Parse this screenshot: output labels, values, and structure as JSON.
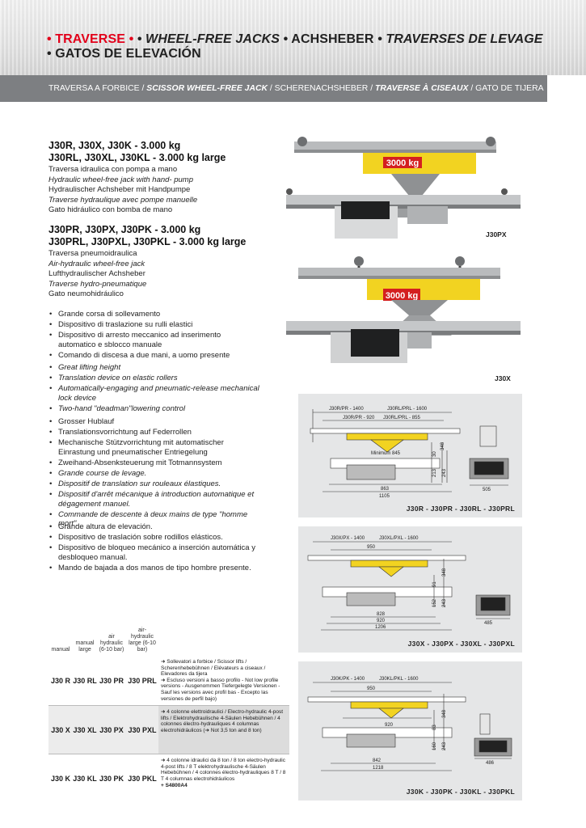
{
  "header": {
    "title_l1_a": "• TRAVERSE ",
    "title_l1_b": "• WHEEL-FREE JACKS ",
    "title_l1_c": "• ACHSHEBER ",
    "title_l1_d": "• TRAVERSES DE LEVAGE",
    "title_l2": "• GATOS DE ELEVACIÓN",
    "sub_a": "TRAVERSA A FORBICE / ",
    "sub_b": "SCISSOR WHEEL-FREE JACK",
    "sub_c": " / SCHERENACHSHEBER / ",
    "sub_d": "TRAVERSE À CISEAUX",
    "sub_e": " / GATO DE TIJERA"
  },
  "group1": {
    "h1": "J30R, J30X, J30K - 3.000 kg",
    "h2": "J30RL, J30XL, J30KL - 3.000 kg large",
    "lines": [
      "Traversa idraulica con pompa a mano",
      "Hydraulic wheel-free jack with hand- pump",
      "Hydraulischer Achsheber mit Handpumpe",
      "Traverse hydraulique avec pompe manuelle",
      "Gato hidráulico con bomba de mano"
    ]
  },
  "group2": {
    "h1": "J30PR, J30PX, J30PK - 3.000 kg",
    "h2": "J30PRL, J30PXL, J30PKL - 3.000 kg large",
    "lines": [
      "Traversa pneumoidraulica",
      "Air-hydraulic wheel-free jack",
      "Lufthydraulischer Achsheber",
      "Traverse hydro-pneumatique",
      "Gato neumohidráulico"
    ]
  },
  "features": {
    "it": [
      "Grande corsa di sollevamento",
      "Dispositivo di traslazione su rulli elastici",
      "Dispositivo di arresto meccanico ad inserimento automatico e sblocco manuale",
      "Comando di discesa a due mani, a uomo presente"
    ],
    "en": [
      "Great lifting height",
      "Translation device on elastic rollers",
      "Automatically-engaging and pneumatic-release mechanical lock device",
      "Two-hand \"deadman\"lowering control"
    ],
    "de": [
      "Grosser Hublauf",
      "Translationsvorrichtung auf Federrollen",
      "Mechanische Stützvorrichtung mit automatischer Einrastung und pneumatischer Entriegelung",
      "Zweihand-Absenksteuerung mit Totmannsystem"
    ],
    "fr": [
      "Grande course de levage.",
      "Dispositif de translation sur rouleaux élastiques.",
      "Dispositif d'arrêt mécanique à introduction automatique et dégagement manuel.",
      "Commande de descente à deux mains de type \"homme mort\"."
    ],
    "es": [
      "Grande altura de elevación.",
      "Dispositivo de traslación sobre rodillos elásticos.",
      "Dispositivo de bloqueo mecánico a inserción automática y desbloqueo manual.",
      "Mando de bajada a dos manos de tipo hombre presente."
    ]
  },
  "photos": {
    "p1_caption": "J30PX",
    "p2_caption": "J30X",
    "label": "3000 kg"
  },
  "diagrams": [
    {
      "caption": "J30R - J30PR - J30RL - J30PRL",
      "dims": [
        "J30R/PR - 1400",
        "J30RL/PRL - 1600",
        "J30R/PR - 920",
        "J30RL/PRL - 855",
        "Minimum 845",
        "30",
        "348",
        "213",
        "243",
        "863",
        "1105",
        "505"
      ]
    },
    {
      "caption": "J30X - J30PX - J30XL - J30PXL",
      "dims": [
        "J30X/PX - 1400",
        "J30XL/PXL - 1600",
        "950",
        "91",
        "348",
        "152",
        "243",
        "828",
        "920",
        "1206",
        "485"
      ]
    },
    {
      "caption": "J30K - J30PK - J30KL - J30PKL",
      "dims": [
        "J30K/PK - 1400",
        "J30KL/PKL - 1600",
        "950",
        "920",
        "83",
        "348",
        "160",
        "243",
        "842",
        "1218",
        "486"
      ]
    }
  ],
  "selection": {
    "headers": [
      "manual",
      "manual large",
      "air hydraulic (6-10 bar)",
      "air-hydraulic large (6-10 bar)"
    ],
    "rows": [
      {
        "c": [
          "J30 R",
          "J30 RL",
          "J30 PR",
          "J30 PRL"
        ],
        "desc": [
          "➜ Sollevatori a forbice / Scissor lifts / Scherenhebebühnen / Elévateurs a ciseaux / Elevadores da tijera",
          "➜ Escluso versioni a basso profilo - Not low profile versions - Ausgenommen Tiefergelegte Versionen - Sauf les versions avec profil bas - Excepto las versiones de perfil bajo)"
        ]
      },
      {
        "c": [
          "J30 X",
          "J30 XL",
          "J30 PX",
          "J30 PXL"
        ],
        "desc": [
          "➜ 4 colonne elettroidraulici / Electro-hydraulic 4-post lifts / Elektrohydraulische 4-Säulen Hebebühnen / 4 colonnes électro-hydrauliques 4 columnas electrohidráulicos (➜ Not 3,5 ton and 8 ton)"
        ]
      },
      {
        "c": [
          "J30 K",
          "J30 KL",
          "J30 PK",
          "J30 PKL"
        ],
        "desc": [
          "➜ 4 colonne idraulici da 8 ton / 8 ton electro-hydraulic 4-post lifts / 8 T elektrohydraulische 4-Säulen Hebebühnen / 4 colonnes électro-hydrauliques 8 T / 8 T 4 columnas electrohidráulicos",
          "+ S4800A4"
        ]
      }
    ]
  }
}
